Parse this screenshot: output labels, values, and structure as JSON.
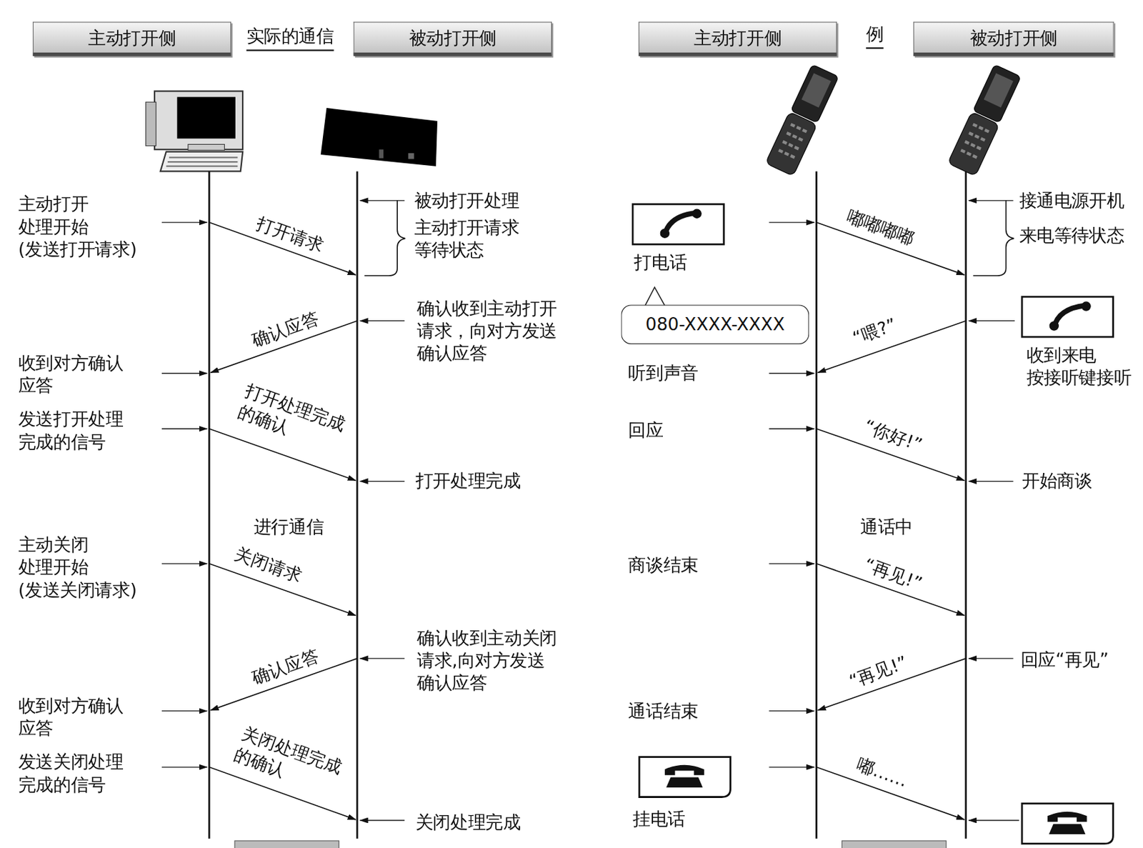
{
  "diagram": {
    "nodes": [
      {
        "text": [
          "主动打开侧"
        ]
      },
      {
        "text": [
          "被动打开侧"
        ]
      },
      {
        "text": [
          "主动打开侧"
        ]
      },
      {
        "text": [
          "被动打开侧"
        ]
      },
      {
        "text": [
          "080-XXXX-XXXX"
        ]
      }
    ],
    "labels": [
      "实际的通信",
      "例",
      "主动打开 处理开始 (发送打开请求)",
      "被动打开处理",
      "主动打开请求 等待状态",
      "打开请求",
      "打电话",
      "嘟嘟嘟嘟",
      "接通电源开机",
      "来电等待状态",
      "确认收到主动打开 请求，向对方发送 确认应答",
      "确认应答",
      "“喂?”",
      "收到来电 按接听键接听",
      "收到对方确认 应答",
      "听到声音",
      "发送打开处理 完成的信号",
      "打开处理完成 的确认",
      "回应",
      "“你好!”",
      "打开处理完成",
      "开始商谈",
      "进行通信",
      "通话中",
      "主动关闭 处理开始 (发送关闭请求)",
      "关闭请求",
      "商谈结束",
      "“再见!”",
      "确认收到主动关闭 请求,向对方发送 确认应答",
      "确认应答",
      "“再见!”",
      "回应“再见”",
      "收到对方确认 应答",
      "通话结束",
      "发送关闭处理 完成的信号",
      "关闭处理完成 的确认",
      "挂电话",
      "嘟……",
      "关闭处理完成"
    ]
  }
}
